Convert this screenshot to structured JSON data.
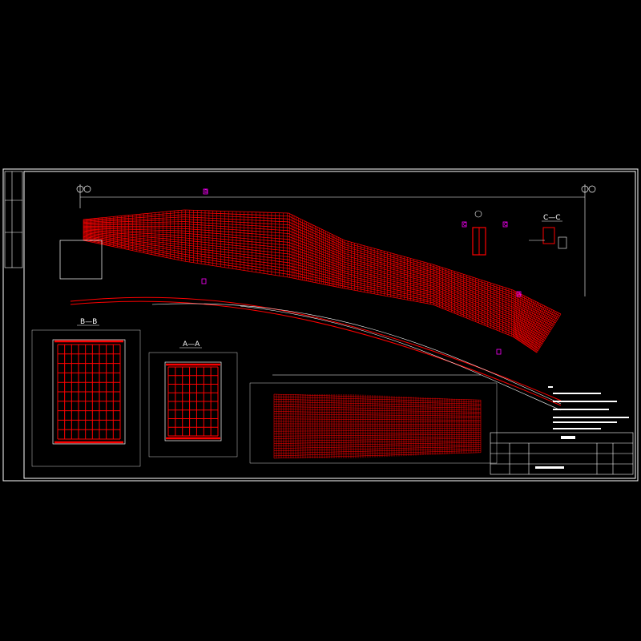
{
  "drawing": {
    "background": "#000000",
    "colors": {
      "rebar": "#ff0000",
      "line": "#ffffff",
      "marker": "#ff00ff",
      "frame": "#ffffff"
    },
    "section_labels": {
      "a_a": "A—A",
      "b_b": "B—B",
      "c_c": "C—C",
      "b_marker": "B",
      "a_marker": "A",
      "c_marker": "C"
    },
    "icons": {
      "axis_bubble": "circle-icon",
      "section_marker": "square-marker-icon"
    }
  }
}
